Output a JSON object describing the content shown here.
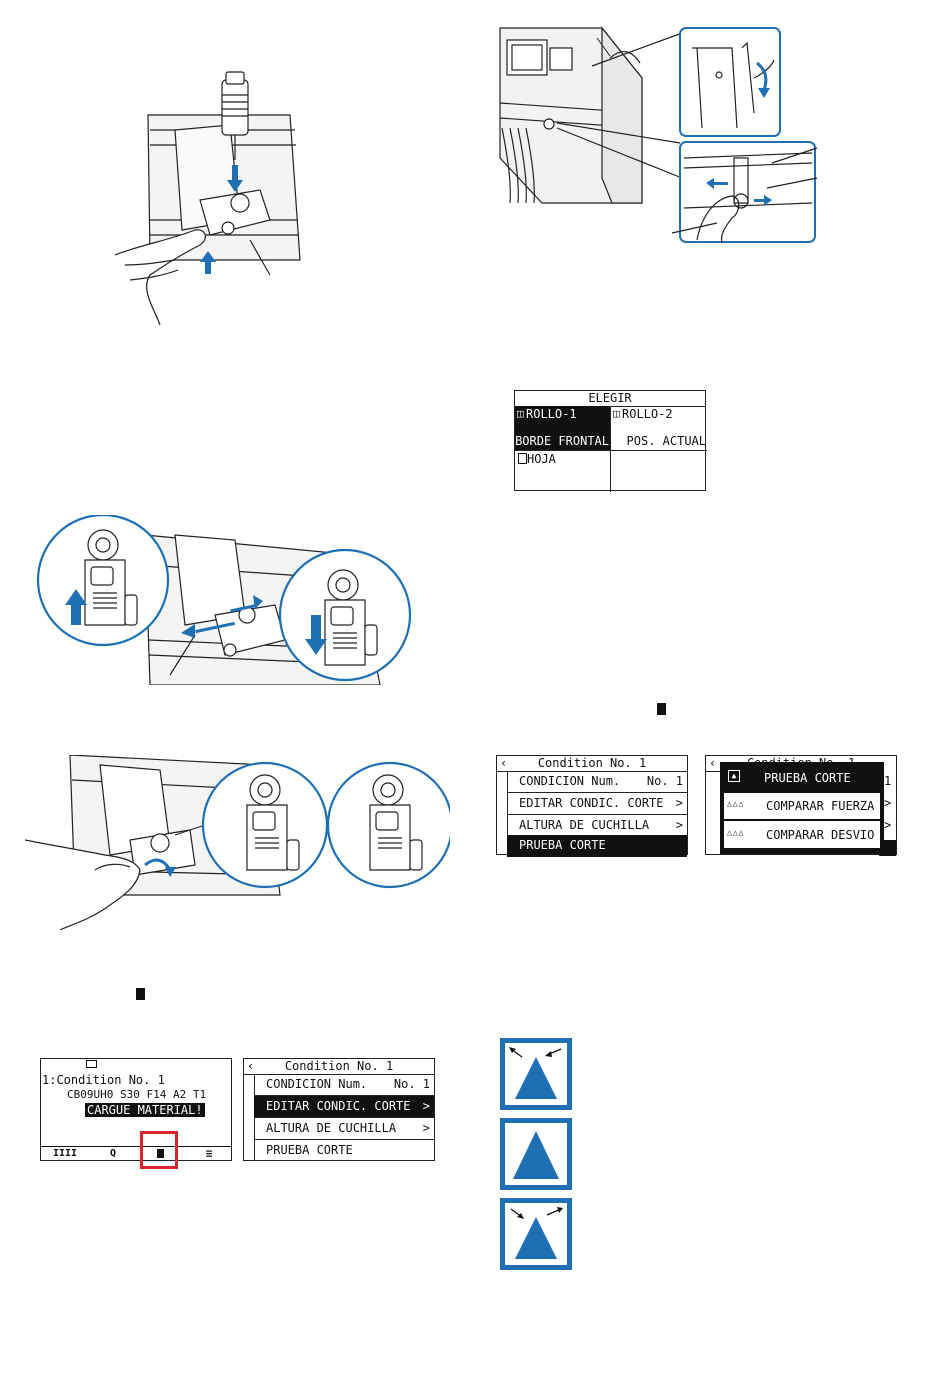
{
  "colors": {
    "accent": "#1f6fb4",
    "highlight_box": "#d9232e",
    "lcd_ink": "#111111"
  },
  "elegir_screen": {
    "title": "ELEGIR",
    "cells": [
      {
        "label": "ROLLO-1",
        "sub": "BORDE FRONTAL",
        "icon": "roll-icon",
        "selected": true
      },
      {
        "label": "ROLLO-2",
        "sub": "POS. ACTUAL",
        "icon": "roll-icon",
        "selected": false
      },
      {
        "label": "HOJA",
        "sub": "",
        "icon": "sheet-icon",
        "selected": false
      },
      {
        "label": "",
        "sub": "",
        "icon": "",
        "selected": false
      }
    ]
  },
  "home_screen": {
    "icon": "monitor-icon",
    "line1": "1:Condition No. 1",
    "line2": "CB09UH0 S30 F14 A2 T1",
    "status": "CARGUE MATERIAL!",
    "softkeys": [
      "IIII",
      "Q",
      "",
      "≡"
    ],
    "highlighted_softkey": 2
  },
  "condition_menu_a": {
    "title": "Condition No. 1",
    "rows": [
      {
        "label": "CONDICION Num.",
        "value": "No. 1",
        "arrow": ""
      },
      {
        "label": "EDITAR CONDIC. CORTE",
        "value": "",
        "arrow": ">"
      },
      {
        "label": "ALTURA DE CUCHILLA",
        "value": "",
        "arrow": ">"
      },
      {
        "label": "PRUEBA CORTE",
        "value": "",
        "arrow": ""
      }
    ],
    "selected_index": 1
  },
  "condition_menu_b": {
    "title": "Condition No. 1",
    "rows": [
      {
        "label": "CONDICION Num.",
        "value": "No. 1",
        "arrow": ""
      },
      {
        "label": "EDITAR CONDIC. CORTE",
        "value": "",
        "arrow": ">"
      },
      {
        "label": "ALTURA DE CUCHILLA",
        "value": "",
        "arrow": ">"
      },
      {
        "label": "PRUEBA CORTE",
        "value": "",
        "arrow": ""
      }
    ],
    "selected_index": 3
  },
  "test_popup": {
    "title": "Condition No. 1",
    "right_col": [
      "1",
      ">",
      ">"
    ],
    "items": [
      {
        "label": "PRUEBA CORTE",
        "icons": "▲"
      },
      {
        "label": "COMPARAR FUERZA",
        "icons": "▲▲▲"
      },
      {
        "label": "COMPARAR DESVIO",
        "icons": "▲▲▲"
      }
    ]
  },
  "result_icons": [
    {
      "name": "triangle-offset-arrows-icon",
      "arrows": "in"
    },
    {
      "name": "triangle-plain-icon",
      "arrows": "none"
    },
    {
      "name": "triangle-offset-arrows-icon",
      "arrows": "out"
    }
  ]
}
